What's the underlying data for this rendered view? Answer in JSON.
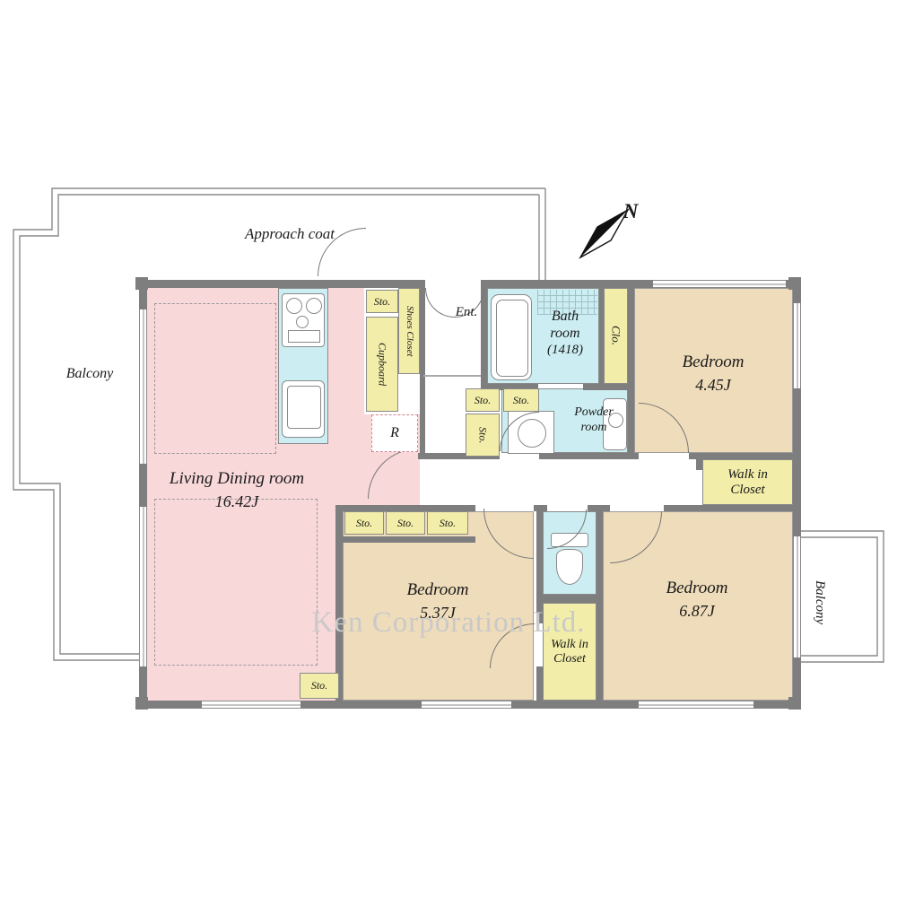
{
  "compass": {
    "north_label": "N"
  },
  "watermark": "Ken Corporation Ltd.",
  "outdoor": {
    "approach_label": "Approach coat",
    "balcony_left_label": "Balcony",
    "balcony_right_label": "Balcony"
  },
  "entrance_label": "Ent.",
  "rooms": {
    "living": {
      "name": "Living Dining room",
      "size": "16.42J"
    },
    "bedroom_ne": {
      "name": "Bedroom",
      "size": "4.45J"
    },
    "bedroom_s": {
      "name": "Bedroom",
      "size": "5.37J"
    },
    "bedroom_se": {
      "name": "Bedroom",
      "size": "6.87J"
    },
    "bathroom": {
      "name_line1": "Bath",
      "name_line2": "room",
      "size": "(1418)"
    },
    "powder_room": {
      "name_line1": "Powder",
      "name_line2": "room"
    },
    "walk_in_closet_east": {
      "name_line1": "Walk in",
      "name_line2": "Closet"
    },
    "walk_in_closet_south": {
      "name_line1": "Walk in",
      "name_line2": "Closet"
    }
  },
  "storage_labels": {
    "sto": "Sto.",
    "clo": "Clo.",
    "shoes_closet": "Shoes Closet",
    "cupboard": "Cupboard",
    "refrigerator": "R"
  },
  "colors": {
    "living_pink": "#f9d8da",
    "bedroom_tan": "#efdcba",
    "wet_cyan": "#cceef2",
    "storage_yellow": "#f2eda8",
    "wall_gray": "#7e7e7e",
    "watermark_gray": "#c9c9c9"
  }
}
